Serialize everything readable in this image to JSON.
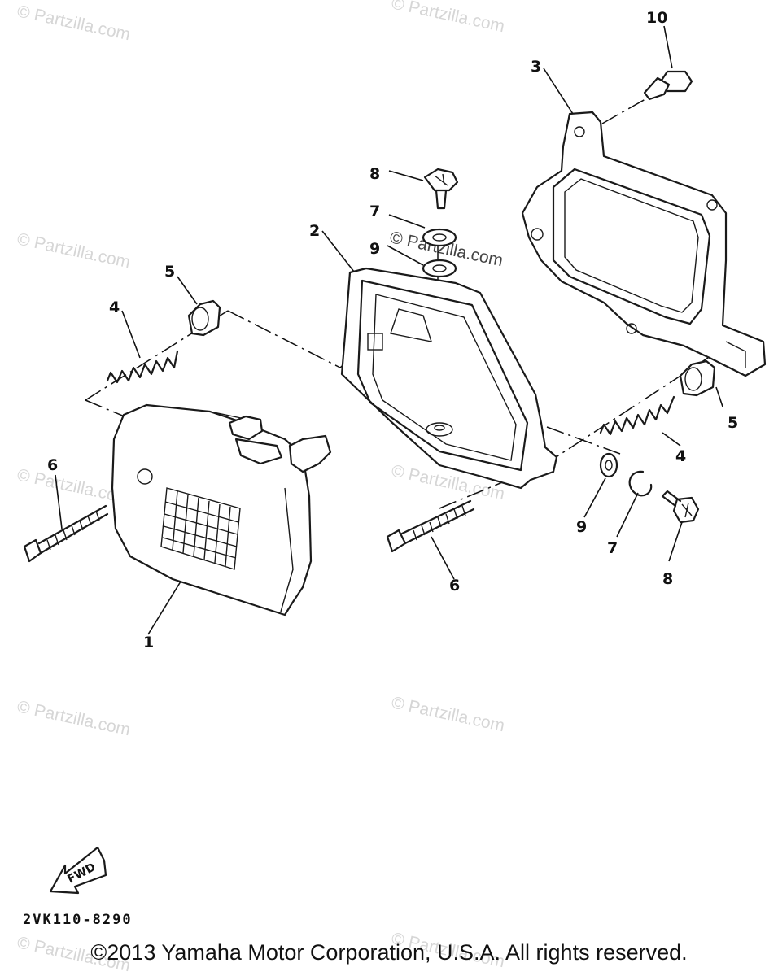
{
  "diagram": {
    "callouts": [
      {
        "id": "c1",
        "label": "1"
      },
      {
        "id": "c2",
        "label": "2"
      },
      {
        "id": "c3",
        "label": "3"
      },
      {
        "id": "c4a",
        "label": "4"
      },
      {
        "id": "c4b",
        "label": "4"
      },
      {
        "id": "c5a",
        "label": "5"
      },
      {
        "id": "c5b",
        "label": "5"
      },
      {
        "id": "c6a",
        "label": "6"
      },
      {
        "id": "c6b",
        "label": "6"
      },
      {
        "id": "c7a",
        "label": "7"
      },
      {
        "id": "c7b",
        "label": "7"
      },
      {
        "id": "c8a",
        "label": "8"
      },
      {
        "id": "c8b",
        "label": "8"
      },
      {
        "id": "c9a",
        "label": "9"
      },
      {
        "id": "c9b",
        "label": "9"
      },
      {
        "id": "c10",
        "label": "10"
      }
    ],
    "watermark": "© Partzilla.com",
    "direction_label": "FWD",
    "diagram_code": "2VK110-8290"
  },
  "footer": {
    "copyright": "©2013  Yamaha Motor Corporation, U.S.A. All rights reserved."
  },
  "colors": {
    "line": "#1a1a1a",
    "watermark": "#d6d6d6",
    "background": "#ffffff"
  }
}
